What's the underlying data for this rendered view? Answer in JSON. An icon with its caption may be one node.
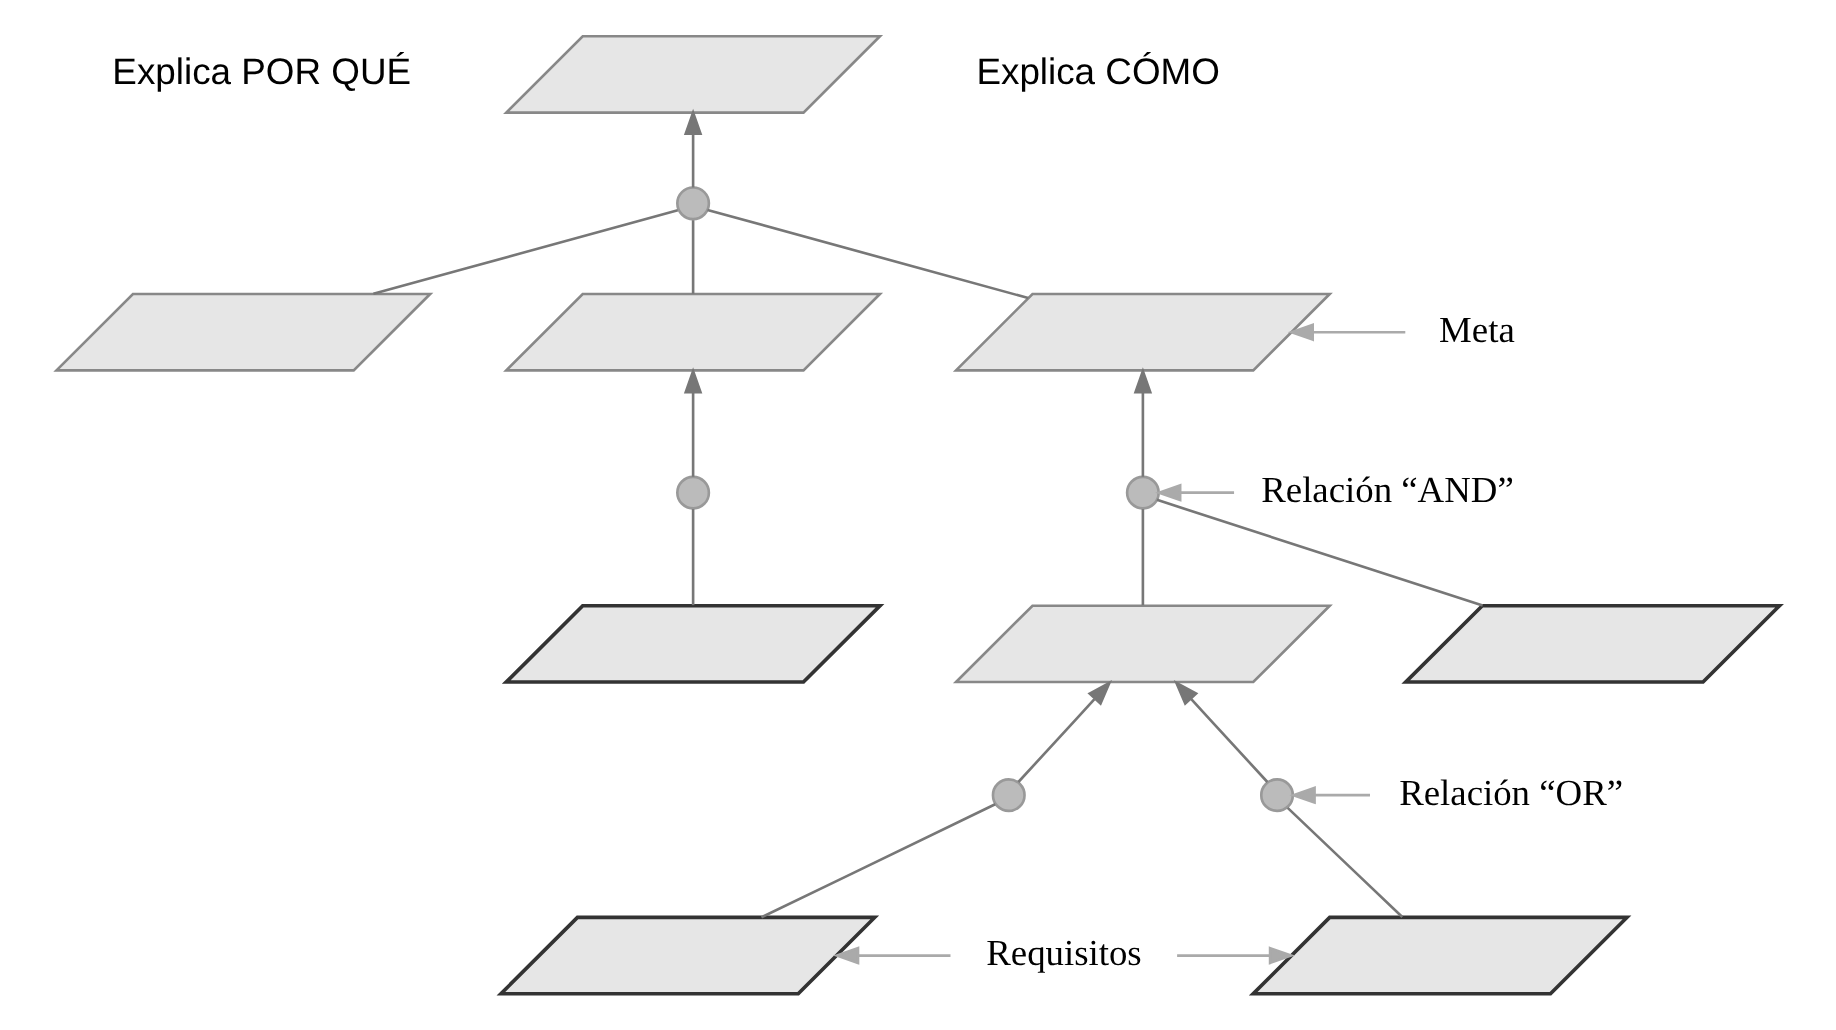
{
  "diagram": {
    "nodes": [
      {
        "text": [],
        "shape": "parallelogram"
      },
      {
        "text": [],
        "shape": "circle"
      },
      {
        "text": [],
        "shape": "parallelogram"
      },
      {
        "text": [],
        "shape": "parallelogram"
      },
      {
        "text": [],
        "shape": "parallelogram"
      },
      {
        "text": [
          "Meta"
        ]
      },
      {
        "text": [],
        "shape": "circle"
      },
      {
        "text": [],
        "shape": "circle"
      },
      {
        "text": [
          "Relación “AND”"
        ]
      },
      {
        "text": [],
        "shape": "parallelogram"
      },
      {
        "text": [],
        "shape": "parallelogram"
      },
      {
        "text": [],
        "shape": "parallelogram"
      },
      {
        "text": [],
        "shape": "circle"
      },
      {
        "text": [],
        "shape": "circle"
      },
      {
        "text": [
          "Relación “OR”"
        ]
      },
      {
        "text": [],
        "shape": "parallelogram"
      },
      {
        "text": [],
        "shape": "parallelogram"
      },
      {
        "text": [
          "Requisitos"
        ]
      }
    ],
    "edges": [
      {
        "from": 1,
        "to": 0,
        "arrow": "to"
      },
      {
        "from": 2,
        "to": 1,
        "arrow": "none"
      },
      {
        "from": 3,
        "to": 1,
        "arrow": "none"
      },
      {
        "from": 4,
        "to": 1,
        "arrow": "none"
      },
      {
        "from": 6,
        "to": 3,
        "arrow": "to"
      },
      {
        "from": 9,
        "to": 6,
        "arrow": "none"
      },
      {
        "from": 7,
        "to": 4,
        "arrow": "to"
      },
      {
        "from": 10,
        "to": 7,
        "arrow": "none"
      },
      {
        "from": 11,
        "to": 7,
        "arrow": "none"
      },
      {
        "from": 12,
        "to": 10,
        "arrow": "to"
      },
      {
        "from": 15,
        "to": 12,
        "arrow": "none"
      },
      {
        "from": 13,
        "to": 10,
        "arrow": "to"
      },
      {
        "from": 16,
        "to": 13,
        "arrow": "none"
      },
      {
        "from": 5,
        "to": 4,
        "arrow": "to",
        "color": "#aaaaaa"
      },
      {
        "from": 8,
        "to": 7,
        "arrow": "to",
        "color": "#aaaaaa"
      },
      {
        "from": 14,
        "to": 13,
        "arrow": "to",
        "color": "#aaaaaa"
      },
      {
        "from": 17,
        "to": 15,
        "arrow": "to",
        "color": "#aaaaaa"
      },
      {
        "from": 17,
        "to": 16,
        "arrow": "to",
        "color": "#aaaaaa"
      }
    ],
    "labels": [
      "Explica POR QUÉ",
      "Explica CÓMO"
    ]
  }
}
